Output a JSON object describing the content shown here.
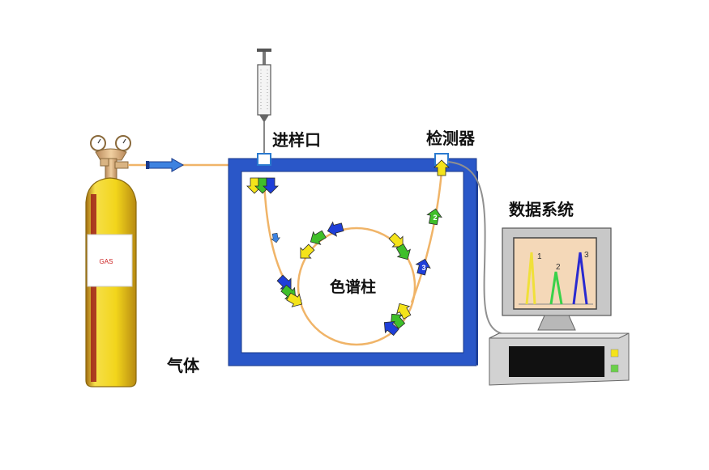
{
  "labels": {
    "injector": "进样口",
    "detector": "检测器",
    "data_system": "数据系统",
    "gas": "气体",
    "column": "色谱柱"
  },
  "cylinder": {
    "text": "GAS"
  },
  "pipe_markers": {
    "detector_arrow": "2",
    "ring_arrow": "3"
  },
  "peaks": {
    "labels": [
      "1",
      "2",
      "3"
    ]
  },
  "colors": {
    "oven_frame": "#2a57c8",
    "cylinder_body": "#f2d51b",
    "pipe": "#f0b468",
    "arrow_yellow": "#f4e31a",
    "arrow_green": "#3fbf2a",
    "arrow_blue": "#1f3fd8",
    "peak_yellow": "#f0e03a",
    "peak_green": "#39d14a",
    "peak_blue": "#2a2ad0",
    "monitor_screen": "#f4d8b8"
  }
}
